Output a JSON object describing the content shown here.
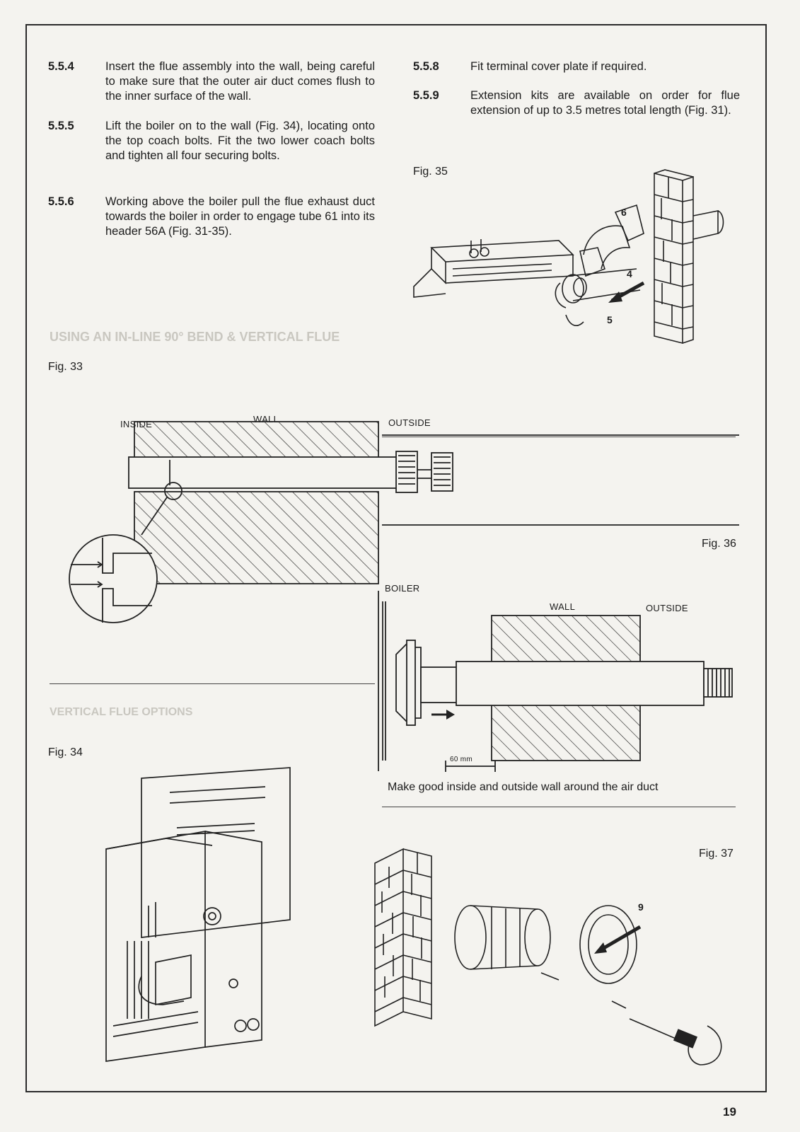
{
  "sections": [
    {
      "number": "5.5.4",
      "text": "Insert the flue assembly into the wall, being careful to make sure that the outer air duct comes flush to the inner surface of the wall."
    },
    {
      "number": "5.5.5",
      "text": "Lift the boiler on to the wall (Fig. 34), locating onto the top coach bolts. Fit the two lower coach bolts and tighten all four securing bolts."
    },
    {
      "number": "5.5.6",
      "text": "Working above the boiler pull the flue exhaust duct towards the boiler in order to engage tube 61 into its header 56A (Fig. 31-35)."
    },
    {
      "number": "5.5.8",
      "text": "Fit terminal cover plate if required."
    },
    {
      "number": "5.5.9",
      "text": "Extension kits are available on order for flue extension of up to 3.5 metres total length (Fig. 31)."
    }
  ],
  "figures": {
    "fig33": {
      "label": "Fig. 33",
      "inside": "INSIDE",
      "wall": "WALL",
      "outside": "OUTSIDE"
    },
    "fig34": {
      "label": "Fig. 34"
    },
    "fig35": {
      "label": "Fig. 35",
      "callout_6": "6",
      "callout_4": "4",
      "callout_5": "5"
    },
    "fig36": {
      "label": "Fig. 36",
      "boiler": "BOILER",
      "wall": "WALL",
      "outside": "OUTSIDE",
      "dimension": "60 mm",
      "caption": "Make good inside and outside wall around the air duct"
    },
    "fig37": {
      "label": "Fig. 37",
      "callout_9": "9"
    }
  },
  "bleed_through": {
    "heading_1": "USING AN IN-LINE 90° BEND & VERTICAL FLUE",
    "heading_2": "VERTICAL FLUE OPTIONS"
  },
  "page_number": "19"
}
